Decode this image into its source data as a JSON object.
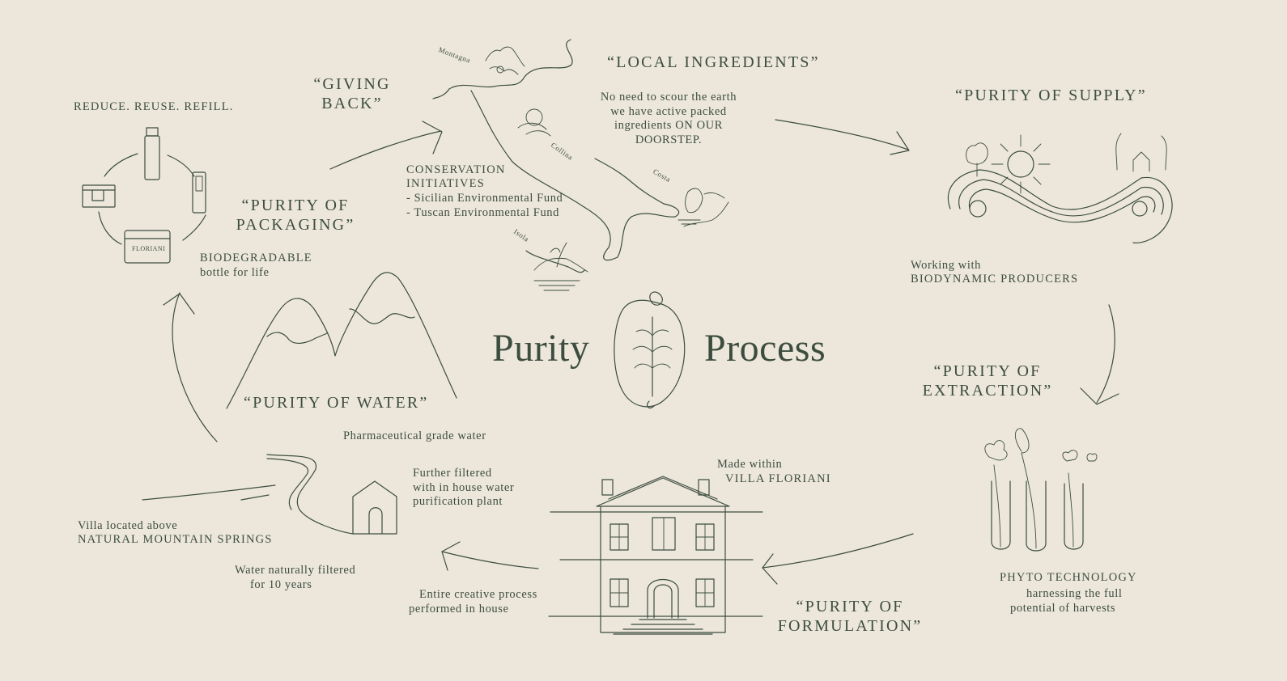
{
  "title": {
    "left": "Purity",
    "right": "Process"
  },
  "sections": {
    "local_ingredients": {
      "heading": "“LOCAL INGREDIENTS”",
      "body": [
        "No need to scour the earth",
        "we have active packed",
        "ingredients ON OUR",
        "DOORSTEP."
      ]
    },
    "supply": {
      "heading": "“PURITY OF SUPPLY”",
      "line1": "Working with",
      "line2": "BIODYNAMIC PRODUCERS"
    },
    "extraction": {
      "heading_line1": "“PURITY OF",
      "heading_line2": "EXTRACTION”",
      "line1": "PHYTO TECHNOLOGY",
      "line2": "harnessing the full",
      "line3": "potential of harvests"
    },
    "formulation": {
      "heading_line1": "“PURITY OF",
      "heading_line2": "FORMULATION”",
      "made_within": "Made within",
      "villa": "VILLA FLORIANI",
      "creative_line1": "Entire creative process",
      "creative_line2": "performed in house"
    },
    "water": {
      "heading": "“PURITY OF WATER”",
      "grade": "Pharmaceutical grade water",
      "filtered": [
        "Further filtered",
        "with in house water",
        "purification plant"
      ],
      "villa_line1": "Villa located above",
      "villa_line2": "NATURAL MOUNTAIN SPRINGS",
      "natural_line1": "Water naturally filtered",
      "natural_line2": "for 10 years"
    },
    "packaging": {
      "heading_line1": "“PURITY OF",
      "heading_line2": "PACKAGING”",
      "reduce": "REDUCE. REUSE. REFILL.",
      "bio_line1": "BIODEGRADABLE",
      "bio_line2": "bottle for life",
      "jar_label": "FLORIANI"
    },
    "giving_back": {
      "heading_line1": "“GIVING",
      "heading_line2": "BACK”",
      "cons_line1": "CONSERVATION",
      "cons_line2": "INITIATIVES",
      "fund1": "- Sicilian Environmental Fund",
      "fund2": "- Tuscan Environmental Fund"
    }
  },
  "map_labels": {
    "montagna": "Montagna",
    "collina": "Collina",
    "costa": "Costa",
    "isola": "Isola"
  },
  "icons": [
    "italy-map-icon",
    "farm-landscape-icon",
    "test-tubes-icon",
    "villa-icon",
    "house-stream-icon",
    "mountains-icon",
    "bottles-cycle-icon",
    "leaf-logo-icon",
    "cycle-arrow-icon"
  ],
  "colors": {
    "background": "#ede7db",
    "ink": "#3c4d3f"
  }
}
